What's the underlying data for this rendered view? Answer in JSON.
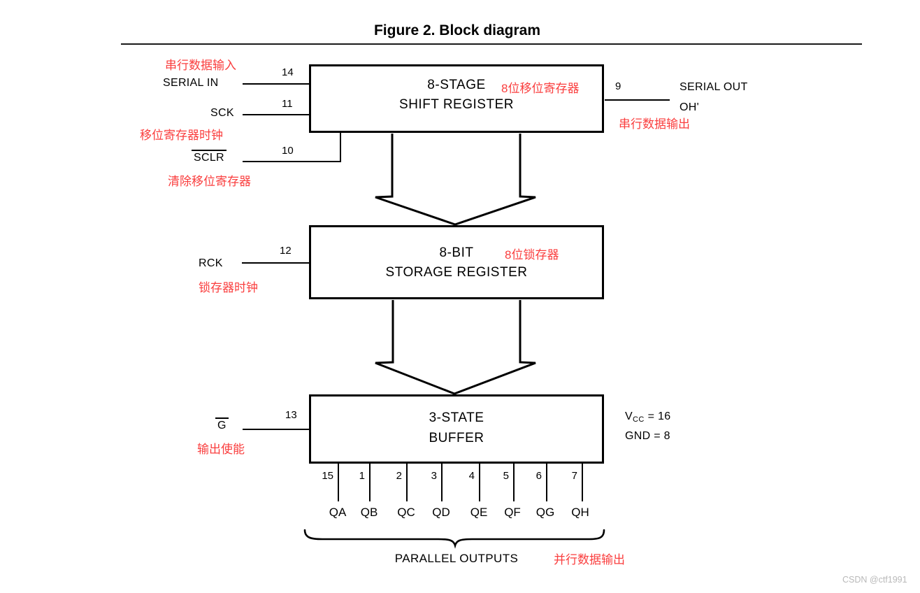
{
  "title": "Figure 2. Block diagram",
  "watermark": "CSDN @ctf1991",
  "colors": {
    "accent_red": "#fa3e3e",
    "line_black": "#000000",
    "watermark_gray": "#b9b9b9"
  },
  "blocks": {
    "shift_register": {
      "line1": "8-STAGE",
      "line2": "SHIFT REGISTER",
      "annotation_cn": "8位移位寄存器"
    },
    "storage_register": {
      "line1": "8-BIT",
      "line2": "STORAGE REGISTER",
      "annotation_cn": "8位锁存器"
    },
    "buffer": {
      "line1": "3-STATE",
      "line2": "BUFFER"
    }
  },
  "inputs": {
    "serial_in": {
      "pin": "14",
      "label": "SERIAL IN",
      "annotation_cn": "串行数据输入"
    },
    "sck": {
      "pin": "11",
      "label": "SCK",
      "annotation_cn": "移位寄存器时钟"
    },
    "sclr": {
      "pin": "10",
      "label": "SCLR",
      "annotation_cn": "清除移位寄存器"
    },
    "rck": {
      "pin": "12",
      "label": "RCK",
      "annotation_cn": "锁存器时钟"
    },
    "g": {
      "pin": "13",
      "label": "G",
      "annotation_cn": "输出使能"
    }
  },
  "serial_out": {
    "pin": "9",
    "label_line1": "SERIAL OUT",
    "label_line2": "OH'",
    "annotation_cn": "串行数据输出"
  },
  "power": {
    "vcc_base": "V",
    "vcc_sub": "CC",
    "vcc_eq": " = 16",
    "gnd": "GND = 8"
  },
  "outputs": {
    "pins": [
      "15",
      "1",
      "2",
      "3",
      "4",
      "5",
      "6",
      "7"
    ],
    "labels": [
      "QA",
      "QB",
      "QC",
      "QD",
      "QE",
      "QF",
      "QG",
      "QH"
    ],
    "group_label": "PARALLEL OUTPUTS",
    "annotation_cn": "并行数据输出"
  }
}
